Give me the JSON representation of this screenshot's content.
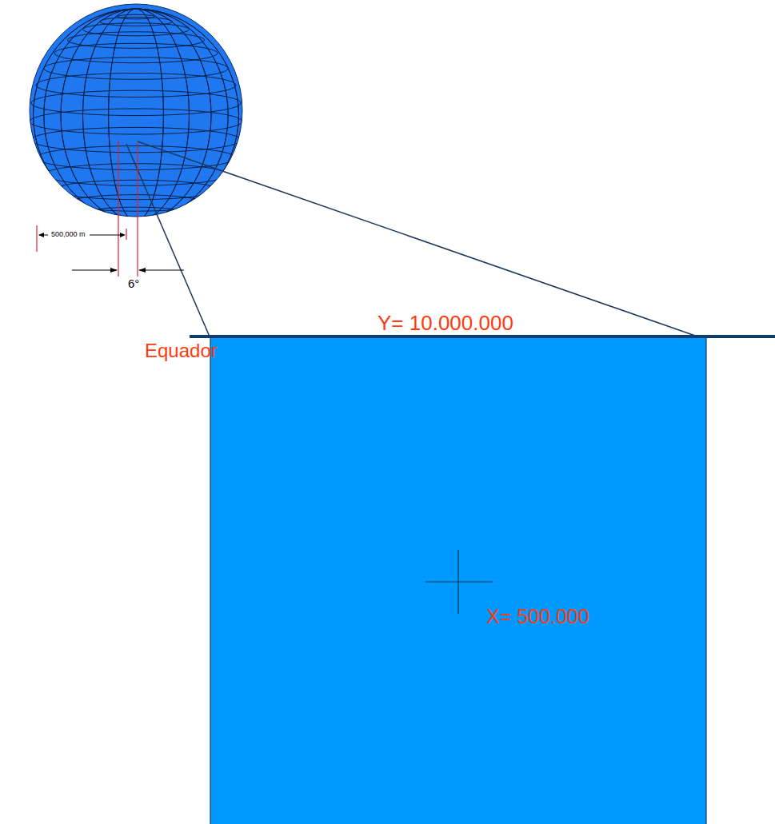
{
  "diagram": {
    "nodes": [
      {
        "text": [
          "X= 500.000"
        ]
      }
    ],
    "labels": [
      "500,000 m",
      "6°",
      "Equador",
      "Y= 10.000.000"
    ]
  }
}
